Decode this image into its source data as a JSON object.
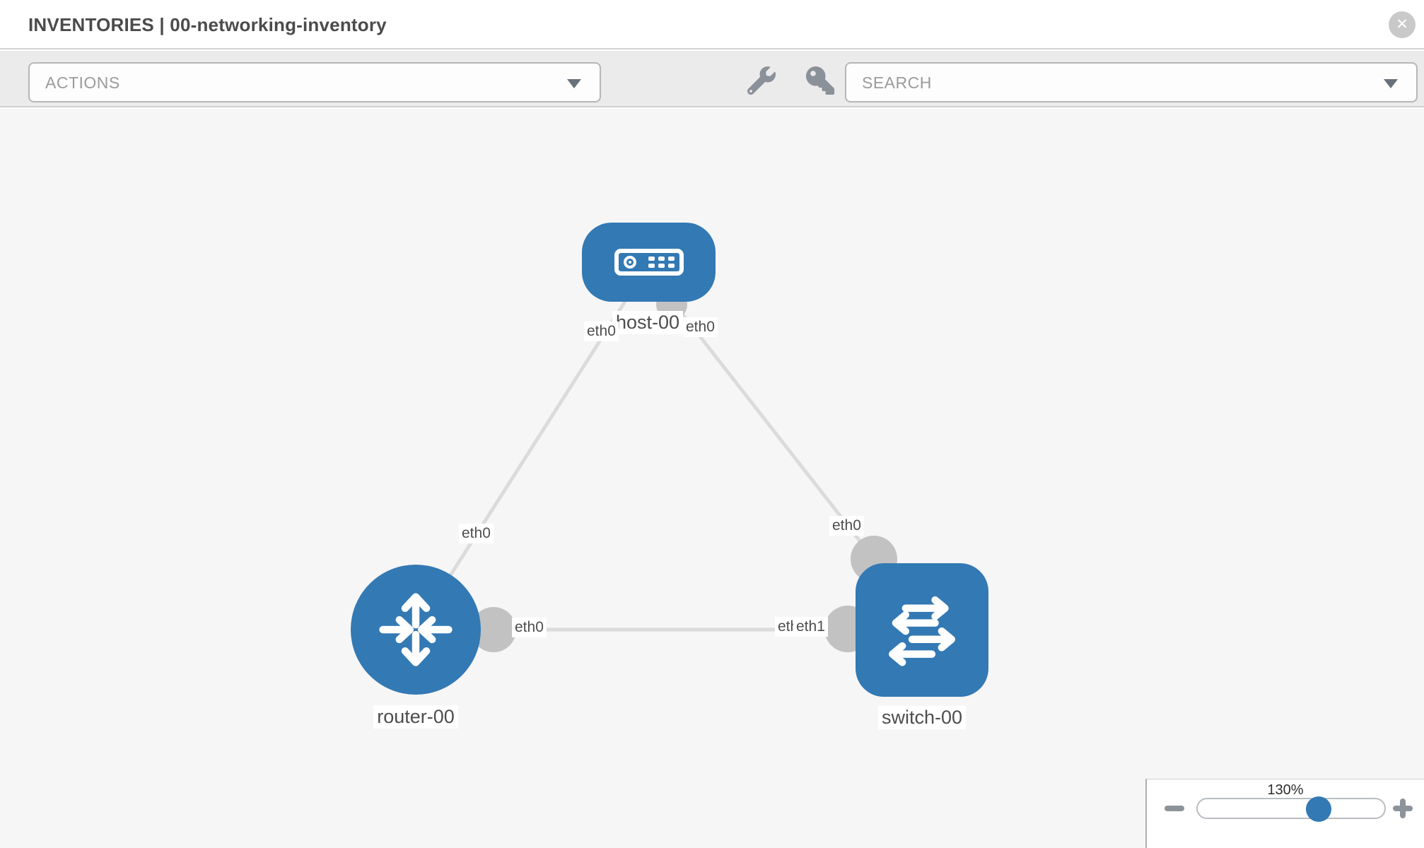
{
  "header": {
    "title": "INVENTORIES | 00-networking-inventory",
    "close_glyph": "✕"
  },
  "toolbar": {
    "actions_label": "ACTIONS",
    "search_label": "SEARCH",
    "icons": [
      "wrench-icon",
      "key-icon"
    ]
  },
  "topology": {
    "nodes": [
      {
        "label": "host-00",
        "type": "host"
      },
      {
        "label": "router-00",
        "type": "router"
      },
      {
        "label": "switch-00",
        "type": "switch"
      }
    ],
    "links": [
      {
        "from": "host-00",
        "to": "router-00"
      },
      {
        "from": "host-00",
        "to": "switch-00"
      },
      {
        "from": "router-00",
        "to": "switch-00"
      }
    ],
    "interface_labels": {
      "host_router_host_end": "eth0",
      "host_router_router_end": "eth0",
      "host_switch_host_end": "eth0",
      "host_switch_switch_end": "eth0",
      "router_switch_router_end": "eth0",
      "router_switch_switch_end_under": "eth0",
      "router_switch_switch_end_over": "eth1"
    }
  },
  "zoom_control": {
    "value": "130%"
  },
  "colors": {
    "node_blue": "#3379b4",
    "link_gray": "#dbdbdb",
    "bubble_gray": "#c2c2c2",
    "chip_text": "#4d4d4d",
    "icon_gray": "#8a9199"
  }
}
